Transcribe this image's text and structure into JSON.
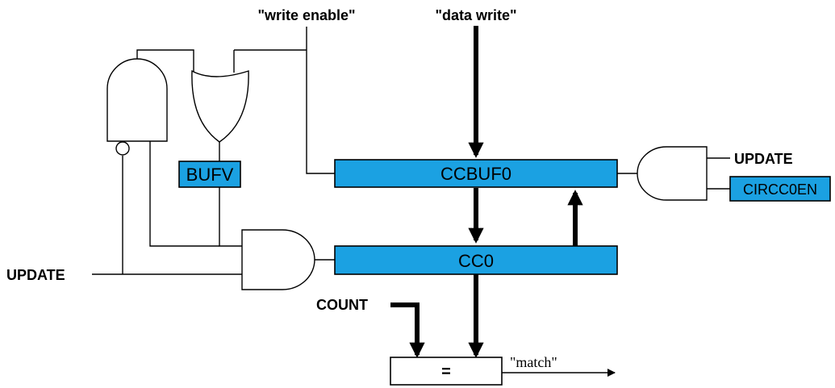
{
  "signals": {
    "write_enable": "\"write enable\"",
    "data_write": "\"data write\"",
    "update_left": "UPDATE",
    "update_right": "UPDATE",
    "count": "COUNT",
    "match": "\"match\""
  },
  "registers": {
    "bufv": "BUFV",
    "ccbuf0": "CCBUF0",
    "cc0": "CC0",
    "circc0en": "CIRCC0EN",
    "comparator": "="
  },
  "colors": {
    "register_fill": "#1ba1e2",
    "wire": "#000000",
    "background": "#ffffff"
  }
}
